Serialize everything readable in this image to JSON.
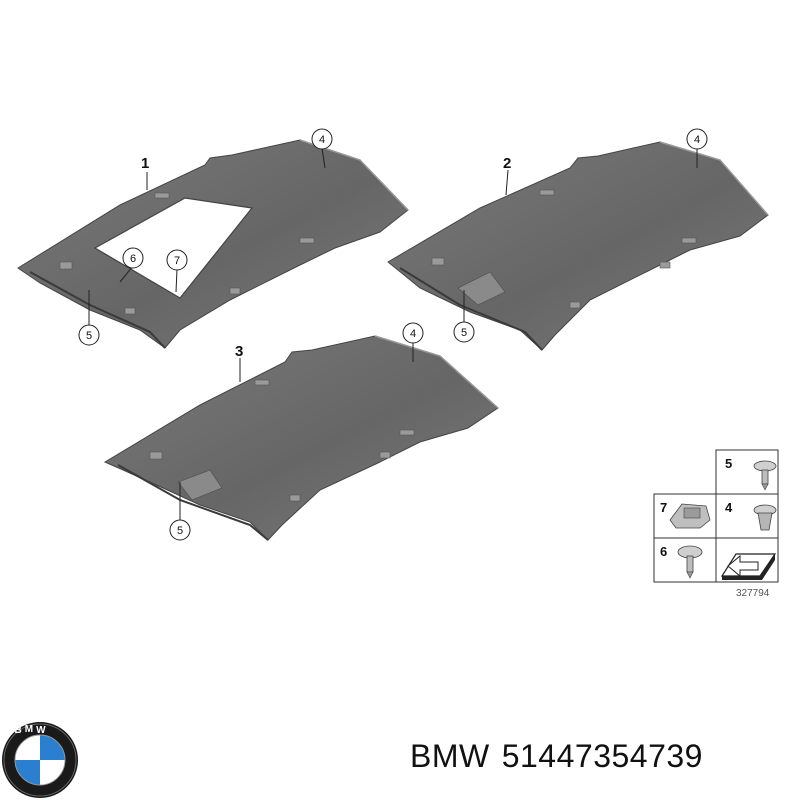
{
  "callouts": {
    "main_1": "1",
    "main_2": "2",
    "main_3": "3",
    "c4": "4",
    "c5": "5",
    "c6": "6",
    "c7": "7"
  },
  "legend": {
    "items": [
      "5",
      "7",
      "4",
      "6"
    ],
    "ref_number": "327794"
  },
  "caption": {
    "brand": "BMW",
    "part_number": "51447354739"
  },
  "logo": {
    "text": "BMW",
    "colors": {
      "blue": "#2b7fd0",
      "white": "#ffffff",
      "ring": "#1a1a1a"
    }
  }
}
